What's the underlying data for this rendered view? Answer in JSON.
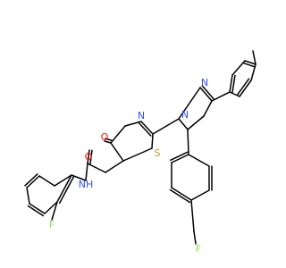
{
  "molecule": {
    "atom_labels": [
      {
        "id": "o-amide",
        "text": "O",
        "color": "#ff0d0d"
      },
      {
        "id": "nh-amide",
        "text": "NH",
        "color": "#3050f8"
      },
      {
        "id": "f-left",
        "text": "F",
        "color": "#90e050"
      },
      {
        "id": "o-ring",
        "text": "O",
        "color": "#ff0d0d"
      },
      {
        "id": "n-thiazole",
        "text": "N",
        "color": "#3050f8"
      },
      {
        "id": "s-thiazole",
        "text": "S",
        "color": "#b8a020"
      },
      {
        "id": "n-pyrazole-1",
        "text": "N",
        "color": "#3050f8"
      },
      {
        "id": "n-pyrazole-2",
        "text": "N",
        "color": "#3050f8"
      },
      {
        "id": "f-bottom",
        "text": "F",
        "color": "#90e050"
      }
    ]
  }
}
